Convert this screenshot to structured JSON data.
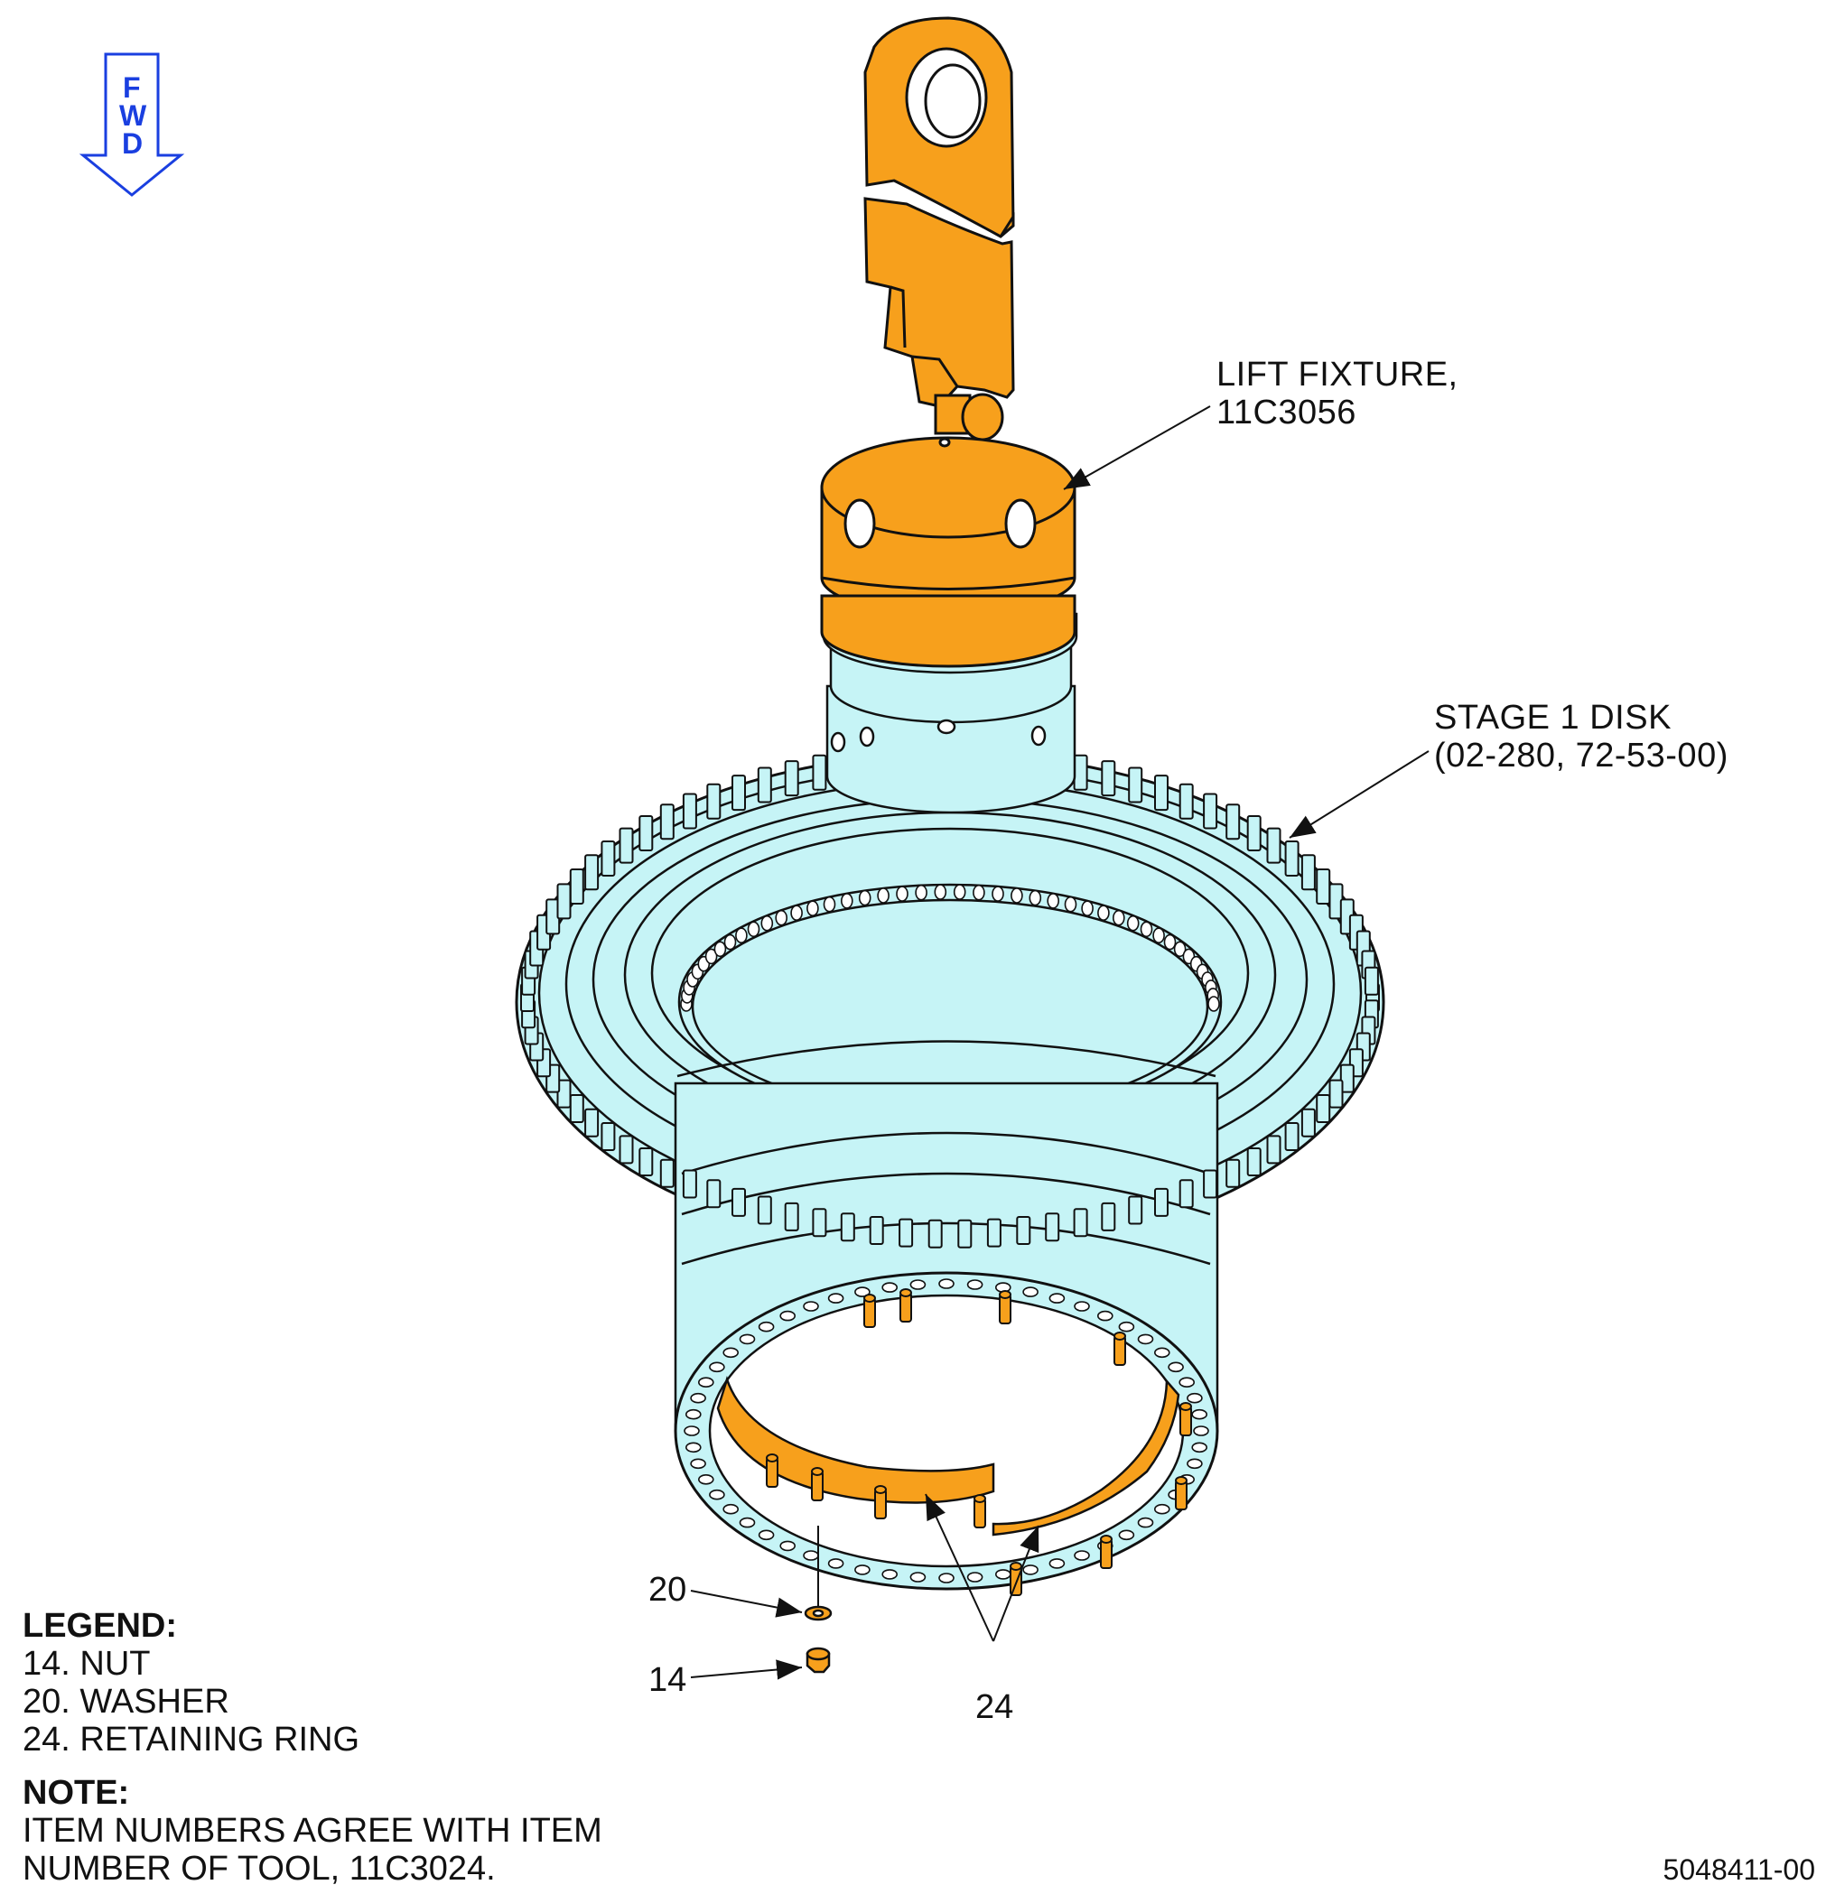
{
  "fwd_arrow": {
    "letters": [
      "F",
      "W",
      "D"
    ],
    "color": "#1a3fe0"
  },
  "labels": {
    "lift_fixture_line1": "LIFT FIXTURE,",
    "lift_fixture_line2": "11C3056",
    "stage1_disk_line1": "STAGE 1 DISK",
    "stage1_disk_line2": "(02-280, 72-53-00)"
  },
  "callouts": {
    "washer": "20",
    "nut": "14",
    "retaining_ring": "24"
  },
  "legend": {
    "title": "LEGEND:",
    "items": [
      "14. NUT",
      "20. WASHER",
      "24. RETAINING RING"
    ]
  },
  "note": {
    "title": "NOTE:",
    "lines": [
      "ITEM NUMBERS AGREE WITH ITEM",
      "NUMBER OF TOOL, 11C3024."
    ]
  },
  "document_number": "5048411-00",
  "colors": {
    "fixture": "#f7a01c",
    "disk": "#c6f4f6",
    "outline": "#111111"
  }
}
